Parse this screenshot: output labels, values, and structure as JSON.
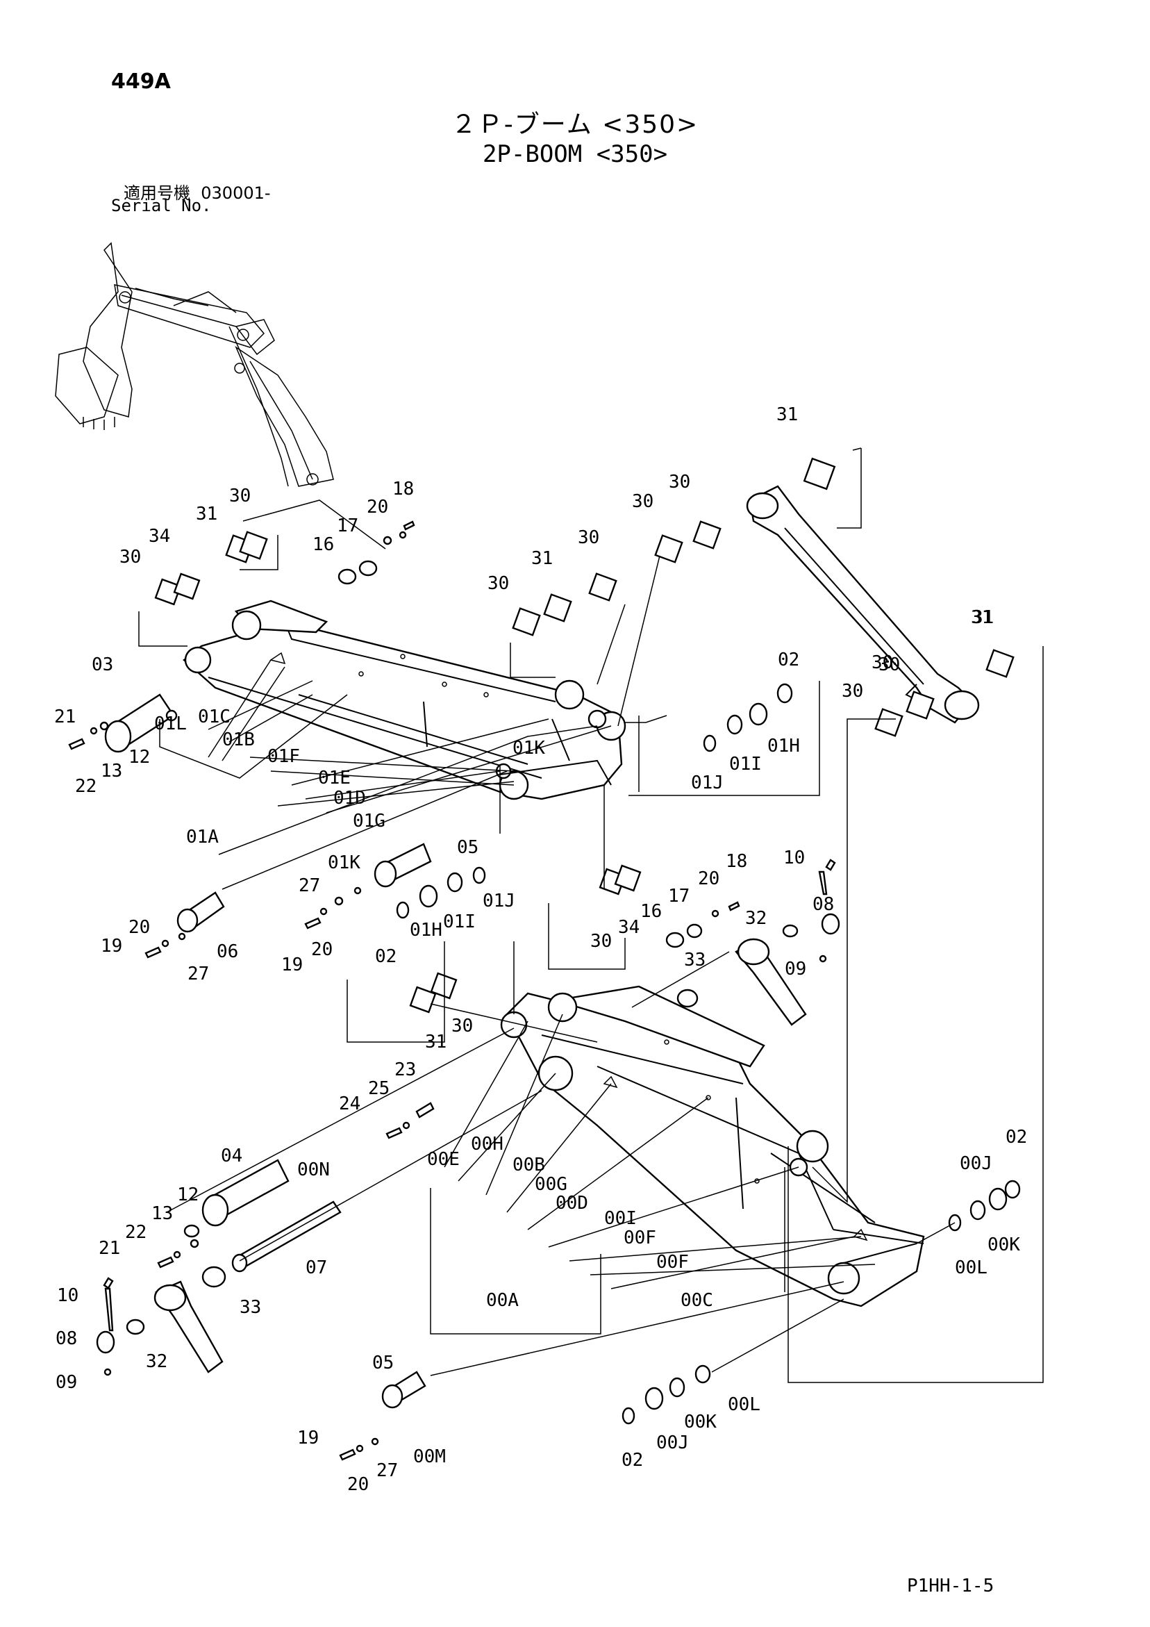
{
  "page": {
    "id": "449A",
    "title_jp": "２Ｐ-ブーム <350>",
    "title_en": "2P-BOOM <350>",
    "serial_label_jp": "適用号機",
    "serial_value": "030001-",
    "serial_label_en": "Serial No.",
    "footer_code": "P1HH-1-5"
  },
  "callouts": [
    {
      "id": "c1",
      "label": "31"
    },
    {
      "id": "c2",
      "label": "30"
    },
    {
      "id": "c3",
      "label": "30"
    },
    {
      "id": "c4",
      "label": "30"
    },
    {
      "id": "c5",
      "label": "31"
    },
    {
      "id": "c6",
      "label": "30"
    },
    {
      "id": "c7",
      "label": "31"
    },
    {
      "id": "c8",
      "label": "30"
    },
    {
      "id": "c9",
      "label": "30"
    },
    {
      "id": "c10",
      "label": "34"
    },
    {
      "id": "c11",
      "label": "31"
    },
    {
      "id": "c12",
      "label": "30"
    },
    {
      "id": "c13",
      "label": "16"
    },
    {
      "id": "c14",
      "label": "17"
    },
    {
      "id": "c15",
      "label": "20"
    },
    {
      "id": "c16",
      "label": "18"
    },
    {
      "id": "c17",
      "label": "02"
    },
    {
      "id": "c18",
      "label": "31"
    },
    {
      "id": "c19",
      "label": "30"
    },
    {
      "id": "c20",
      "label": "30"
    },
    {
      "id": "c21",
      "label": "03"
    },
    {
      "id": "c22",
      "label": "01L"
    },
    {
      "id": "c23",
      "label": "01C"
    },
    {
      "id": "c24",
      "label": "21"
    },
    {
      "id": "c25",
      "label": "12"
    },
    {
      "id": "c26",
      "label": "13"
    },
    {
      "id": "c27",
      "label": "22"
    },
    {
      "id": "c28",
      "label": "01B"
    },
    {
      "id": "c29",
      "label": "01F"
    },
    {
      "id": "c30",
      "label": "01E"
    },
    {
      "id": "c31",
      "label": "01D"
    },
    {
      "id": "c32",
      "label": "01K"
    },
    {
      "id": "c33",
      "label": "01G"
    },
    {
      "id": "c34",
      "label": "01A"
    },
    {
      "id": "c35",
      "label": "01J"
    },
    {
      "id": "c36",
      "label": "01I"
    },
    {
      "id": "c37",
      "label": "01H"
    },
    {
      "id": "c38",
      "label": "05"
    },
    {
      "id": "c39",
      "label": "01K"
    },
    {
      "id": "c40",
      "label": "27"
    },
    {
      "id": "c41",
      "label": "01J"
    },
    {
      "id": "c42",
      "label": "01I"
    },
    {
      "id": "c43",
      "label": "01H"
    },
    {
      "id": "c44",
      "label": "02"
    },
    {
      "id": "c45",
      "label": "20"
    },
    {
      "id": "c46",
      "label": "19"
    },
    {
      "id": "c47",
      "label": "20"
    },
    {
      "id": "c48",
      "label": "19"
    },
    {
      "id": "c49",
      "label": "06"
    },
    {
      "id": "c50",
      "label": "27"
    },
    {
      "id": "c51",
      "label": "10"
    },
    {
      "id": "c52",
      "label": "18"
    },
    {
      "id": "c53",
      "label": "20"
    },
    {
      "id": "c54",
      "label": "17"
    },
    {
      "id": "c55",
      "label": "16"
    },
    {
      "id": "c56",
      "label": "32"
    },
    {
      "id": "c57",
      "label": "08"
    },
    {
      "id": "c58",
      "label": "34"
    },
    {
      "id": "c59",
      "label": "30"
    },
    {
      "id": "c60",
      "label": "33"
    },
    {
      "id": "c61",
      "label": "09"
    },
    {
      "id": "c62",
      "label": "30"
    },
    {
      "id": "c63",
      "label": "31"
    },
    {
      "id": "c64",
      "label": "23"
    },
    {
      "id": "c65",
      "label": "25"
    },
    {
      "id": "c66",
      "label": "24"
    },
    {
      "id": "c67",
      "label": "04"
    },
    {
      "id": "c68",
      "label": "00N"
    },
    {
      "id": "c69",
      "label": "00E"
    },
    {
      "id": "c70",
      "label": "00H"
    },
    {
      "id": "c71",
      "label": "00B"
    },
    {
      "id": "c72",
      "label": "00G"
    },
    {
      "id": "c73",
      "label": "00D"
    },
    {
      "id": "c74",
      "label": "00I"
    },
    {
      "id": "c75",
      "label": "00F"
    },
    {
      "id": "c76",
      "label": "00F"
    },
    {
      "id": "c77",
      "label": "00A"
    },
    {
      "id": "c78",
      "label": "00C"
    },
    {
      "id": "c79",
      "label": "12"
    },
    {
      "id": "c80",
      "label": "13"
    },
    {
      "id": "c81",
      "label": "22"
    },
    {
      "id": "c82",
      "label": "21"
    },
    {
      "id": "c83",
      "label": "07"
    },
    {
      "id": "c84",
      "label": "33"
    },
    {
      "id": "c85",
      "label": "10"
    },
    {
      "id": "c86",
      "label": "08"
    },
    {
      "id": "c87",
      "label": "32"
    },
    {
      "id": "c88",
      "label": "09"
    },
    {
      "id": "c89",
      "label": "02"
    },
    {
      "id": "c90",
      "label": "00J"
    },
    {
      "id": "c91",
      "label": "00K"
    },
    {
      "id": "c92",
      "label": "00L"
    },
    {
      "id": "c93",
      "label": "05"
    },
    {
      "id": "c94",
      "label": "19"
    },
    {
      "id": "c95",
      "label": "27"
    },
    {
      "id": "c96",
      "label": "20"
    },
    {
      "id": "c97",
      "label": "00M"
    },
    {
      "id": "c98",
      "label": "02"
    },
    {
      "id": "c99",
      "label": "00J"
    },
    {
      "id": "c100",
      "label": "00K"
    },
    {
      "id": "c101",
      "label": "00L"
    }
  ]
}
